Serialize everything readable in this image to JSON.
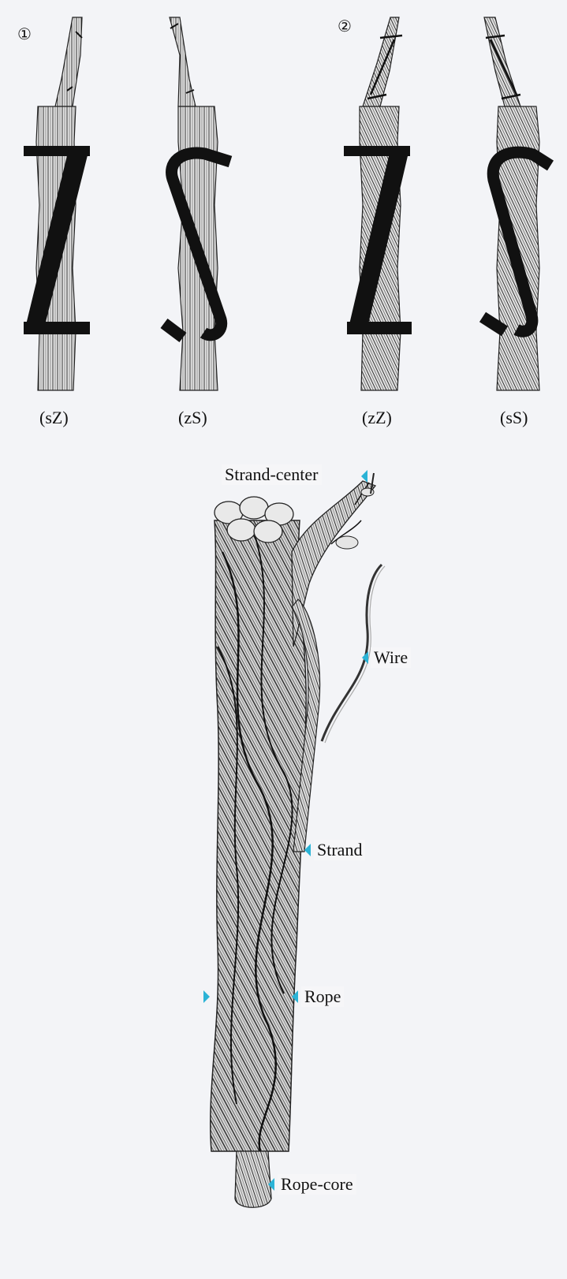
{
  "section_markers": [
    "①",
    "②"
  ],
  "lay_types": [
    "(sZ)",
    "(zS)",
    "(zZ)",
    "(sS)"
  ],
  "callouts": {
    "strand_center": "Strand-center",
    "wire": "Wire",
    "strand": "Strand",
    "rope": "Rope",
    "rope_core": "Rope-core"
  },
  "colors": {
    "background": "#f3f4f7",
    "ink": "#111111",
    "hatch": "#c9c9c9",
    "marker": "#2bb3d6"
  }
}
